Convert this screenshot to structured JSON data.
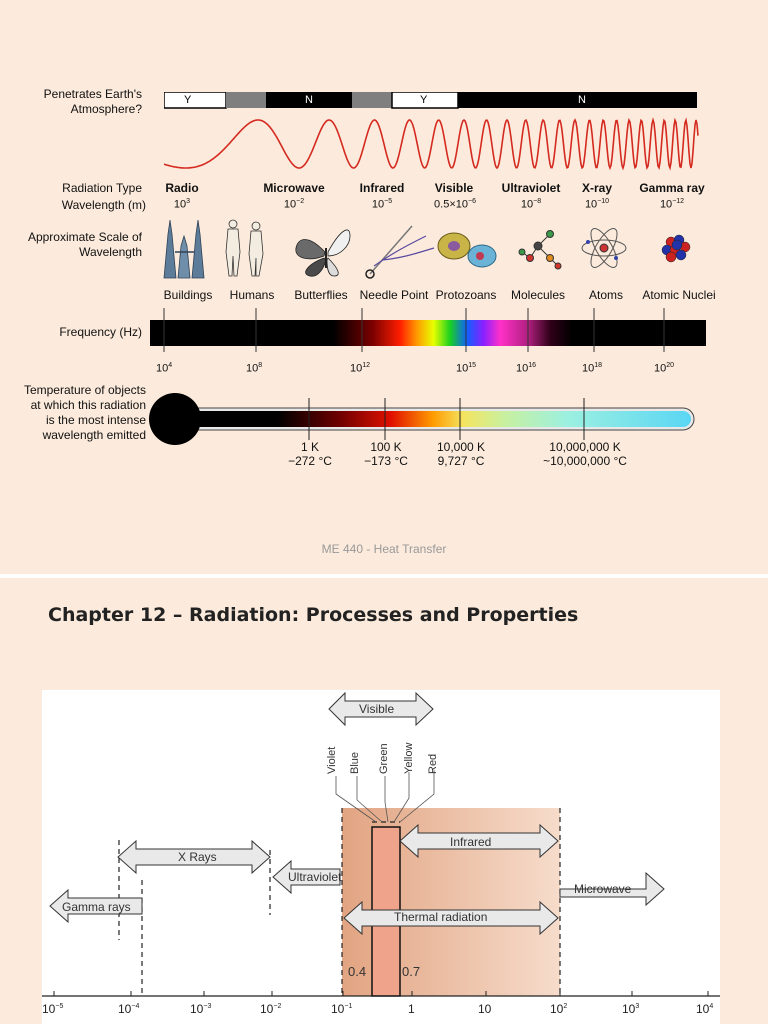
{
  "atmosphere": {
    "label": "Penetrates Earth's Atmosphere?",
    "segments": [
      "Y",
      "N",
      "Y",
      "N"
    ]
  },
  "types": {
    "label_type": "Radiation Type",
    "label_wl": "Wavelength (m)",
    "items": [
      {
        "name": "Radio",
        "wl_base": "10",
        "wl_exp": "3"
      },
      {
        "name": "Microwave",
        "wl_base": "10",
        "wl_exp": "−2"
      },
      {
        "name": "Infrared",
        "wl_base": "10",
        "wl_exp": "−5"
      },
      {
        "name": "Visible",
        "wl_base": "0.5×10",
        "wl_exp": "−6"
      },
      {
        "name": "Ultraviolet",
        "wl_base": "10",
        "wl_exp": "−8"
      },
      {
        "name": "X-ray",
        "wl_base": "10",
        "wl_exp": "−10"
      },
      {
        "name": "Gamma ray",
        "wl_base": "10",
        "wl_exp": "−12"
      }
    ]
  },
  "scale": {
    "label": "Approximate Scale of Wavelength",
    "items": [
      "Buildings",
      "Humans",
      "Butterflies",
      "Needle Point",
      "Protozoans",
      "Molecules",
      "Atoms",
      "Atomic Nuclei"
    ]
  },
  "frequency": {
    "label": "Frequency (Hz)",
    "ticks": [
      {
        "base": "10",
        "exp": "4"
      },
      {
        "base": "10",
        "exp": "8"
      },
      {
        "base": "10",
        "exp": "12"
      },
      {
        "base": "10",
        "exp": "15"
      },
      {
        "base": "10",
        "exp": "16"
      },
      {
        "base": "10",
        "exp": "18"
      },
      {
        "base": "10",
        "exp": "20"
      }
    ]
  },
  "temperature": {
    "label": "Temperature of objects at which this radiation is the most intense wavelength emitted",
    "marks": [
      {
        "k": "1 K",
        "c": "−272 °C"
      },
      {
        "k": "100 K",
        "c": "−173 °C"
      },
      {
        "k": "10,000 K",
        "c": "9,727 °C"
      },
      {
        "k": "10,000,000 K",
        "c": "~10,000,000 °C"
      }
    ]
  },
  "footer": "ME 440 - Heat Transfer",
  "chapter_title": "Chapter 12 – Radiation: Processes and Properties",
  "spectrum2": {
    "visible_label": "Visible",
    "colors": [
      "Violet",
      "Blue",
      "Green",
      "Yellow",
      "Red"
    ],
    "bands": [
      "X Rays",
      "Infrared",
      "Microwave",
      "Ultraviolet",
      "Gamma rays",
      "Thermal radiation"
    ],
    "vis_low": "0.4",
    "vis_high": "0.7",
    "axis": [
      {
        "base": "10",
        "exp": "−5"
      },
      {
        "base": "10",
        "exp": "−4"
      },
      {
        "base": "10",
        "exp": "−3"
      },
      {
        "base": "10",
        "exp": "−2"
      },
      {
        "base": "10",
        "exp": "−1"
      },
      {
        "base": "1",
        "exp": ""
      },
      {
        "base": "10",
        "exp": ""
      },
      {
        "base": "10",
        "exp": "2"
      },
      {
        "base": "10",
        "exp": "3"
      },
      {
        "base": "10",
        "exp": "4"
      }
    ]
  }
}
